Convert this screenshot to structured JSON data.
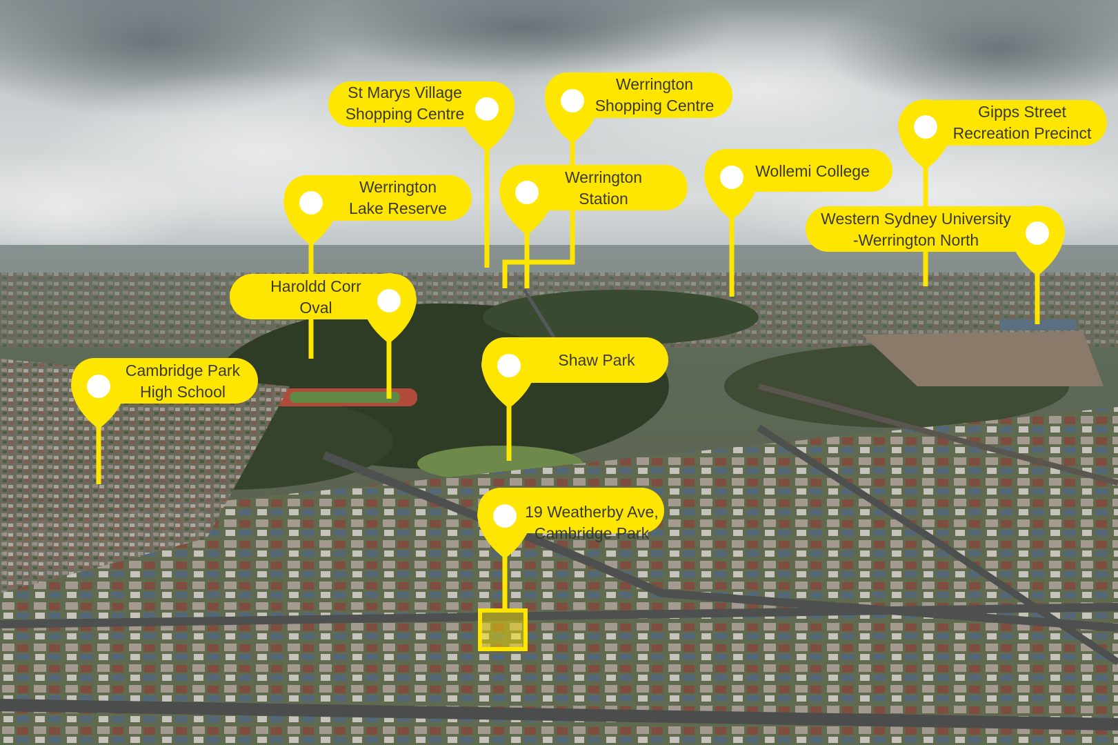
{
  "colors": {
    "marker": "#FFE600",
    "dot": "#FFFFFF",
    "text": "#3A3A2A"
  },
  "icons": {
    "marker": "map-pin-icon",
    "subject": "property-highlight-icon"
  },
  "markers": [
    {
      "id": "st-marys-village",
      "lines": [
        "St Marys Village",
        "Shopping Centre"
      ]
    },
    {
      "id": "werrington-shopping",
      "lines": [
        "Werrington",
        "Shopping Centre"
      ]
    },
    {
      "id": "gipps-street",
      "lines": [
        "Gipps Street",
        "Recreation Precinct"
      ]
    },
    {
      "id": "werrington-lake",
      "lines": [
        "Werrington",
        "Lake Reserve"
      ]
    },
    {
      "id": "werrington-station",
      "lines": [
        "Werrington",
        "Station"
      ]
    },
    {
      "id": "wollemi-college",
      "lines": [
        "Wollemi College"
      ]
    },
    {
      "id": "wsu-werrington-north",
      "lines": [
        "Western Sydney University",
        "-Werrington North"
      ]
    },
    {
      "id": "haroldd-corr",
      "lines": [
        "Haroldd Corr",
        "Oval"
      ]
    },
    {
      "id": "cambridge-park-high",
      "lines": [
        "Cambridge Park",
        "High School"
      ]
    },
    {
      "id": "shaw-park",
      "lines": [
        "Shaw Park"
      ]
    },
    {
      "id": "subject-property",
      "lines": [
        "19 Weatherby Ave,",
        "Cambridge Park"
      ]
    }
  ]
}
